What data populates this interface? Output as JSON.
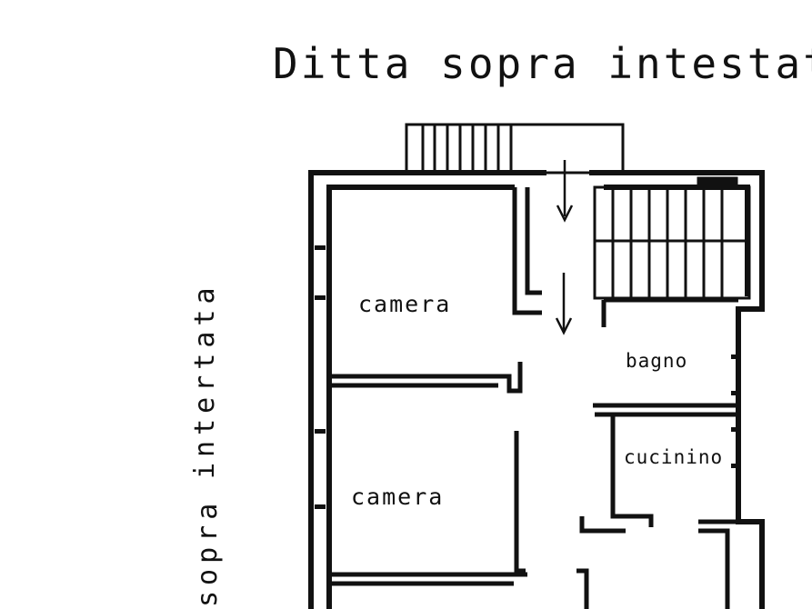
{
  "header": {
    "title": "Ditta sopra intestata"
  },
  "side_text": {
    "upper": "intertata",
    "lower": "sopra"
  },
  "rooms": {
    "camera_upper": "camera",
    "camera_lower": "camera",
    "bagno": "bagno",
    "cucinino": "cucinino"
  },
  "colors": {
    "ink": "#111111",
    "paper": "#ffffff"
  }
}
